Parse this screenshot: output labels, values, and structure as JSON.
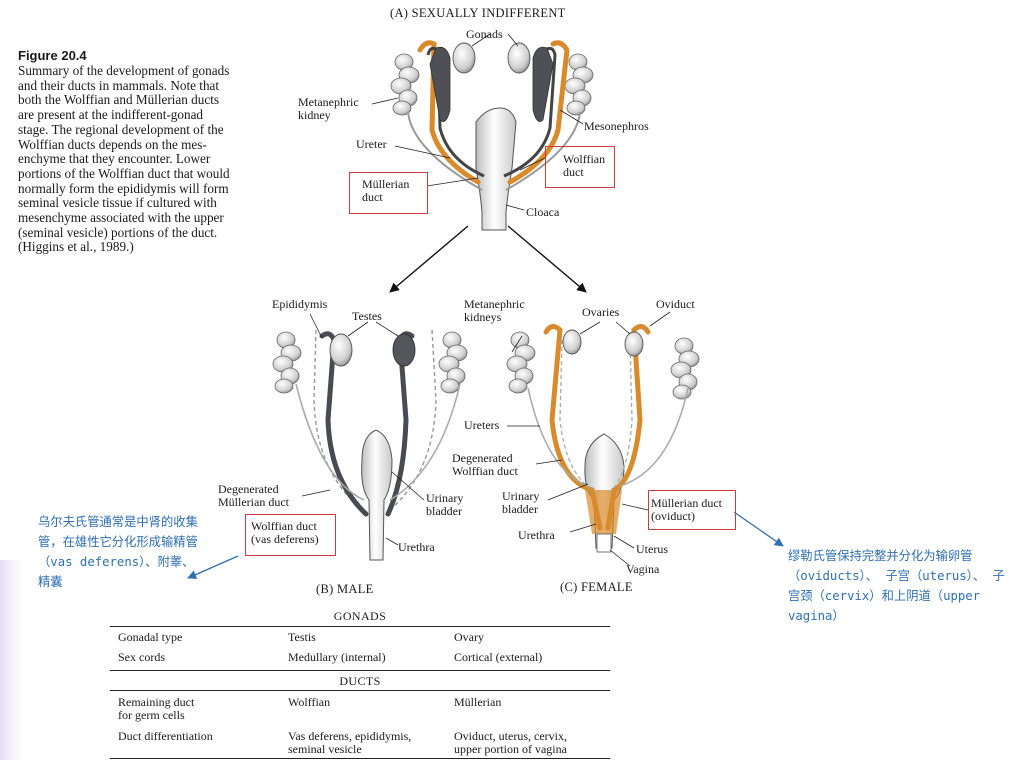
{
  "caption": {
    "title": "Figure 20.4",
    "lines": [
      "Summary of the development of gonads",
      "and their ducts in mammals. Note that",
      "both the Wolffian and Müllerian ducts",
      "are present at the indifferent-gonad",
      "stage. The regional development of the",
      "Wolffian ducts depends on the mes-",
      "enchyme that they encounter. Lower",
      "portions of the Wolffian duct that would",
      "normally form the epididymis will form",
      "seminal vesicle tissue if cultured with",
      "mesenchyme associated with the upper",
      "(seminal vesicle) portions of the duct.",
      "(Higgins et al., 1989.)"
    ]
  },
  "panel_a": {
    "title": "(A)   SEXUALLY INDIFFERENT",
    "labels": {
      "gonads": "Gonads",
      "metanephric": [
        "Metanephric",
        "kidney"
      ],
      "mesonephros": "Mesonephros",
      "ureter": "Ureter",
      "wolffian": [
        "Wolffian",
        "duct"
      ],
      "mullerian": [
        "Müllerian",
        "duct"
      ],
      "cloaca": "Cloaca"
    }
  },
  "panel_b": {
    "title": "(B)   MALE",
    "labels": {
      "epididymis": "Epididymis",
      "testes": "Testes",
      "metanephric": [
        "Metanephric",
        "kidneys"
      ],
      "ureters": "Ureters",
      "degenerated_mullerian": [
        "Degenerated",
        "Müllerian duct"
      ],
      "wolffian": [
        "Wolffian duct",
        "(vas deferens)"
      ],
      "urinary_bladder": [
        "Urinary",
        "bladder"
      ],
      "urethra": "Urethra"
    }
  },
  "panel_c": {
    "title": "(C)   FEMALE",
    "labels": {
      "ovaries": "Ovaries",
      "oviduct": "Oviduct",
      "degenerated_wolffian": [
        "Degenerated",
        "Wolffian duct"
      ],
      "urinary_bladder": [
        "Urinary",
        "bladder"
      ],
      "urethra": "Urethra",
      "mullerian": [
        "Müllerian duct",
        "(oviduct)"
      ],
      "uterus": "Uterus",
      "vagina": "Vagina"
    }
  },
  "notes": {
    "left": "乌尔夫氏管通常是中肾的收集管，在雄性它分化形成输精管（vas deferens）、附睾、精囊",
    "right": "缪勒氏管保持完整并分化为输卵管（oviducts）、 子宫（uterus）、 子宫颈（cervix）和上阴道（upper vagina）"
  },
  "table": {
    "gonads_header": "GONADS",
    "ducts_header": "DUCTS",
    "rows": [
      {
        "label": [
          "Gonadal type"
        ],
        "male": [
          "Testis"
        ],
        "female": [
          "Ovary"
        ]
      },
      {
        "label": [
          "Sex cords"
        ],
        "male": [
          "Medullary (internal)"
        ],
        "female": [
          "Cortical (external)"
        ]
      },
      {
        "label": [
          "Remaining duct",
          "for germ cells"
        ],
        "male": [
          "Wolffian"
        ],
        "female": [
          "Müllerian"
        ]
      },
      {
        "label": [
          "Duct differentiation"
        ],
        "male": [
          "Vas deferens, epididymis,",
          "seminal vesicle"
        ],
        "female": [
          "Oviduct, uterus, cervix,",
          "upper portion of vagina"
        ]
      }
    ]
  },
  "colors": {
    "mullerian_duct": "#d98a2b",
    "wolffian_duct": "#4a4a52",
    "highlight_box": "#d23a3a",
    "note_text": "#2f6fb2"
  }
}
